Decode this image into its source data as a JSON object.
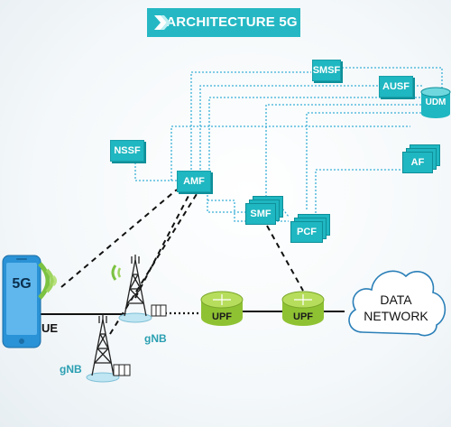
{
  "title": "ARCHITECTURE 5G",
  "nodes": {
    "smsf": "SMSF",
    "ausf": "AUSF",
    "udm": "UDM",
    "nssf": "NSSF",
    "amf": "AMF",
    "smf": "SMF",
    "pcf": "PCF",
    "af": "AF",
    "upf_1": "UPF",
    "upf_2": "UPF",
    "data_network_line1": "DATA",
    "data_network_line2": "NETWORK"
  },
  "device": {
    "badge": "5G",
    "label": "UE"
  },
  "base_stations": {
    "gnb_1": "gNB",
    "gnb_2": "gNB"
  },
  "colors": {
    "accent": "#1fb7c1",
    "dotted_line": "#3ab0d8",
    "dashed_line": "#111111",
    "wireless": "#7cc242",
    "upf_green": "#9ccc3a",
    "device_blue": "#2a92d6"
  }
}
